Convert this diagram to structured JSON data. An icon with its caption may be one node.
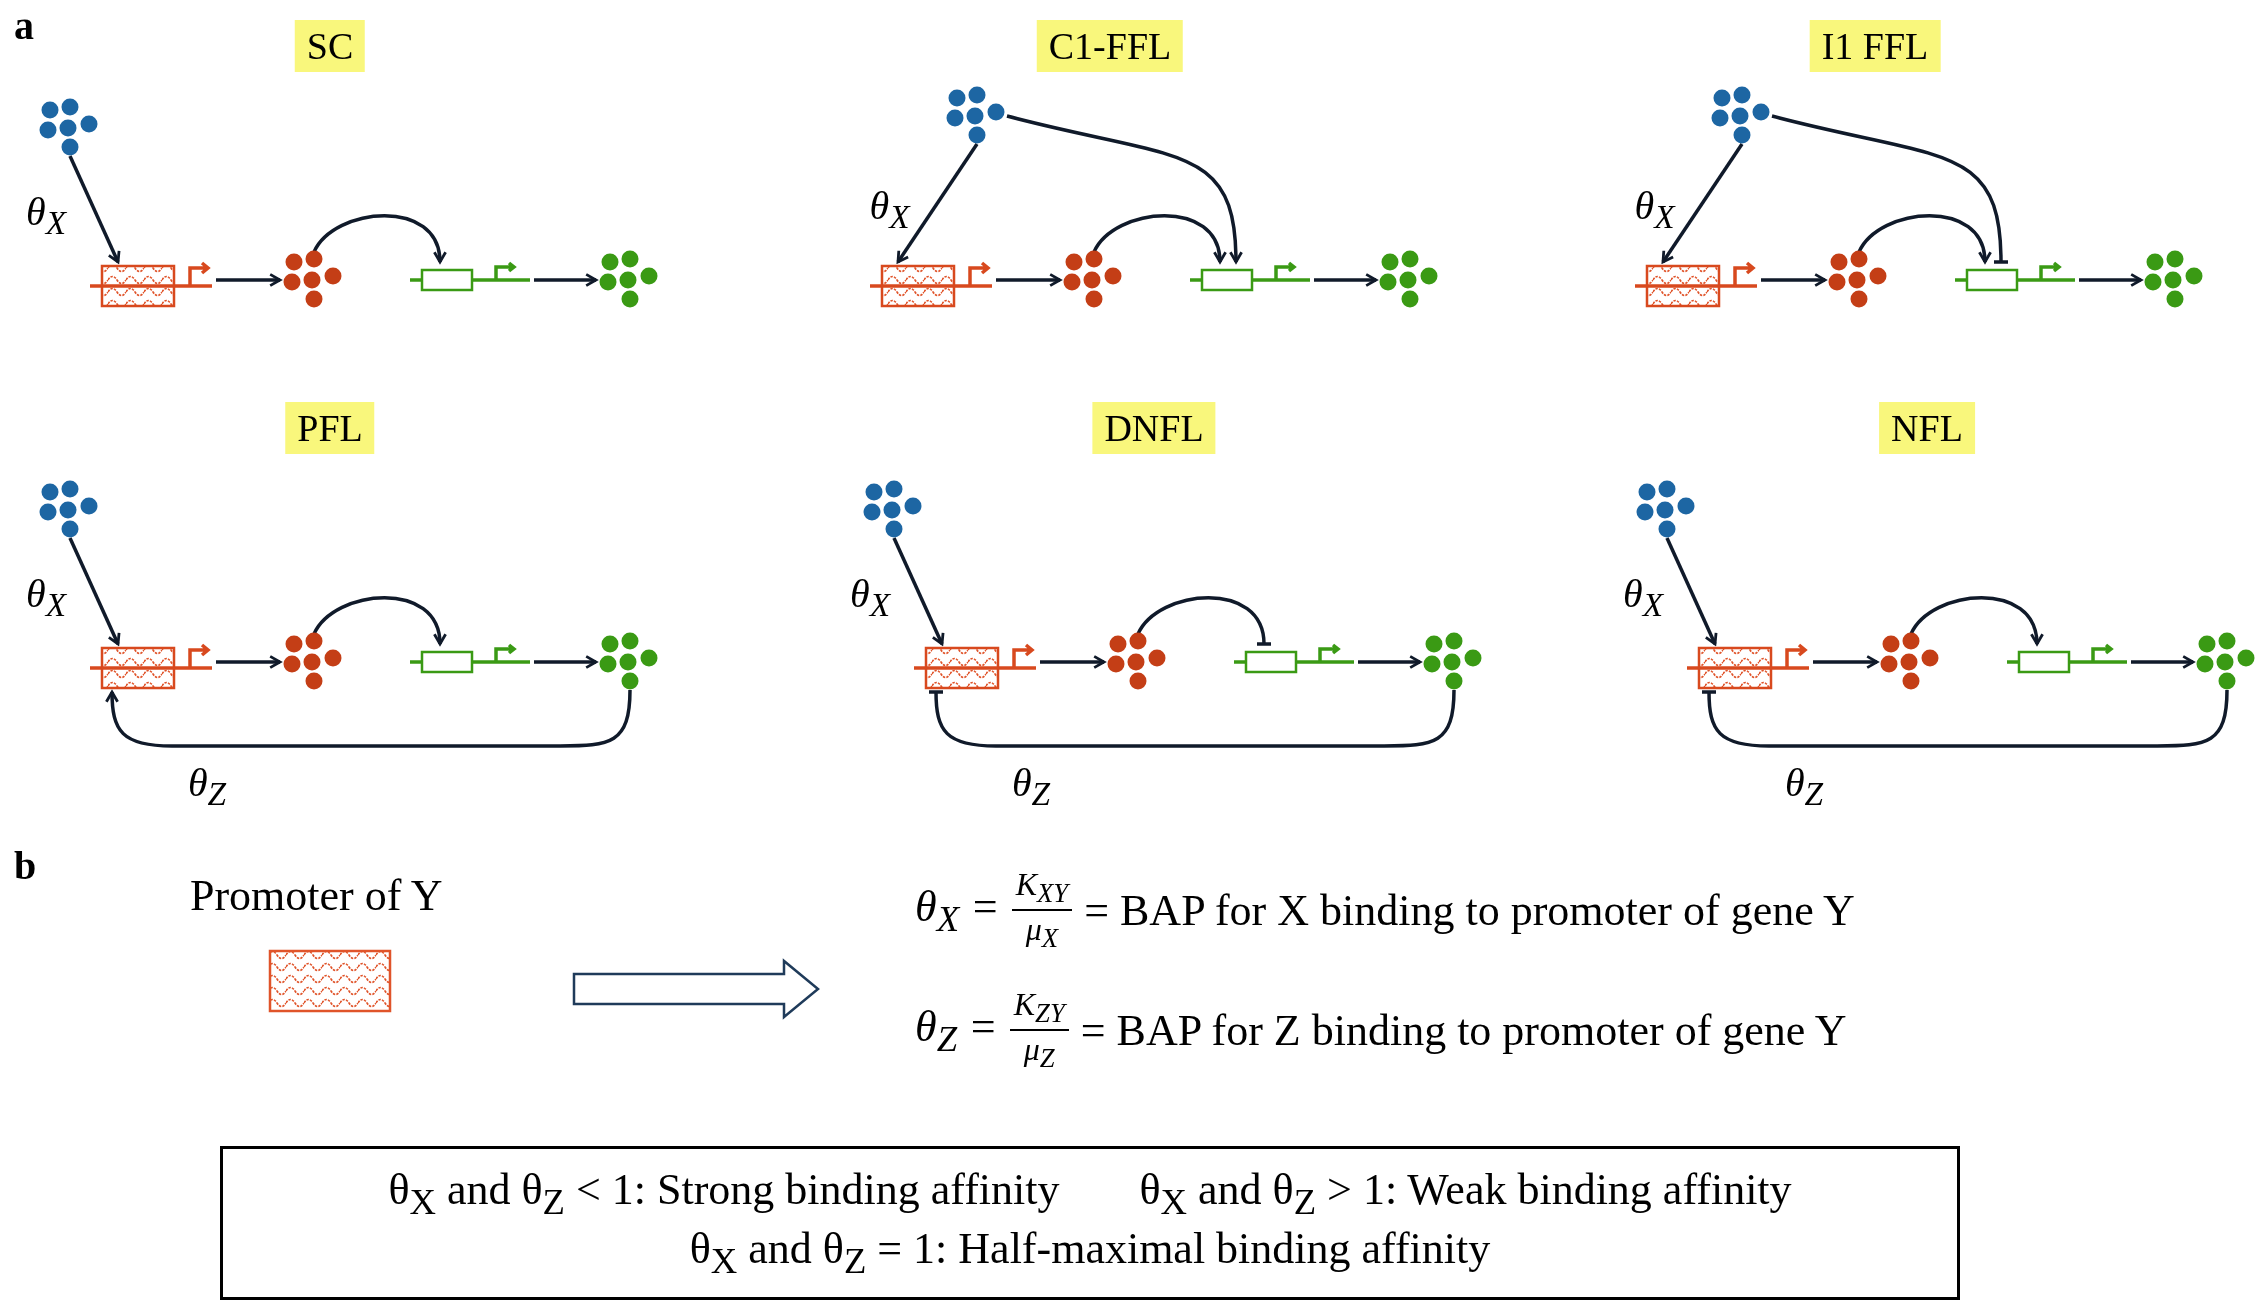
{
  "diagram": {
    "nodes": [
      {
        "text": [
          "SC"
        ]
      },
      {
        "text": [],
        "shape": "circle"
      },
      {
        "text": [],
        "shape": "box"
      },
      {
        "text": [],
        "shape": "circle"
      },
      {
        "text": [],
        "shape": "box"
      },
      {
        "text": [],
        "shape": "circle"
      },
      {
        "text": [
          "C1-FFL"
        ]
      },
      {
        "text": [],
        "shape": "circle"
      },
      {
        "text": [],
        "shape": "box"
      },
      {
        "text": [],
        "shape": "circle"
      },
      {
        "text": [],
        "shape": "box"
      },
      {
        "text": [],
        "shape": "circle"
      },
      {
        "text": [
          "I1 FFL"
        ]
      },
      {
        "text": [],
        "shape": "circle"
      },
      {
        "text": [],
        "shape": "box"
      },
      {
        "text": [],
        "shape": "circle"
      },
      {
        "text": [],
        "shape": "box"
      },
      {
        "text": [],
        "shape": "circle"
      },
      {
        "text": [
          "PFL"
        ]
      },
      {
        "text": [],
        "shape": "circle"
      },
      {
        "text": [],
        "shape": "box"
      },
      {
        "text": [],
        "shape": "circle"
      },
      {
        "text": [],
        "shape": "box"
      },
      {
        "text": [],
        "shape": "circle"
      },
      {
        "text": [
          "DNFL"
        ]
      },
      {
        "text": [],
        "shape": "circle"
      },
      {
        "text": [],
        "shape": "box"
      },
      {
        "text": [],
        "shape": "circle"
      },
      {
        "text": [],
        "shape": "box"
      },
      {
        "text": [],
        "shape": "circle"
      },
      {
        "text": [
          "NFL"
        ]
      },
      {
        "text": [],
        "shape": "circle"
      },
      {
        "text": [],
        "shape": "box"
      },
      {
        "text": [],
        "shape": "circle"
      },
      {
        "text": [],
        "shape": "box"
      },
      {
        "text": [],
        "shape": "circle"
      },
      {
        "text": [
          "Promoter of Y"
        ]
      },
      {
        "text": [
          "θ$_{X}$ =",
          "K$_{XY}$",
          "μ$_{X}$",
          "= BAP for X binding to promoter of gene Y",
          "θ$_{Z}$ =",
          "K$_{ZY}$",
          "μ$_{Z}$",
          "= BAP for Z binding to promoter of gene Y"
        ]
      },
      {
        "text": [
          "θ$_{X}$ and θ$_{Z}$ < 1: Strong binding affinity",
          "θ$_{X}$ and θ$_{Z}$ > 1: Weak binding affinity",
          "θ$_{X}$ and θ$_{Z}$ = 1: Half-maximal binding affinity"
        ]
      }
    ],
    "edges": [
      {
        "from": 1,
        "to": 2,
        "arrow": "to",
        "label": "θ$_{X}$"
      },
      {
        "from": 2,
        "to": 3,
        "arrow": "to"
      },
      {
        "from": 3,
        "to": 4,
        "arrow": "to"
      },
      {
        "from": 4,
        "to": 5,
        "arrow": "to"
      },
      {
        "from": 7,
        "to": 8,
        "arrow": "to",
        "label": "θ$_{X}$"
      },
      {
        "from": 8,
        "to": 9,
        "arrow": "to"
      },
      {
        "from": 9,
        "to": 10,
        "arrow": "to"
      },
      {
        "from": 10,
        "to": 11,
        "arrow": "to"
      },
      {
        "from": 7,
        "to": 10,
        "arrow": "to"
      },
      {
        "from": 13,
        "to": 14,
        "arrow": "to",
        "label": "θ$_{X}$"
      },
      {
        "from": 14,
        "to": 15,
        "arrow": "to"
      },
      {
        "from": 15,
        "to": 16,
        "arrow": "to"
      },
      {
        "from": 16,
        "to": 17,
        "arrow": "to"
      },
      {
        "from": 13,
        "to": 16,
        "arrow": "other"
      },
      {
        "from": 19,
        "to": 20,
        "arrow": "to",
        "label": "θ$_{X}$"
      },
      {
        "from": 20,
        "to": 21,
        "arrow": "to"
      },
      {
        "from": 21,
        "to": 22,
        "arrow": "to"
      },
      {
        "from": 22,
        "to": 23,
        "arrow": "to"
      },
      {
        "from": 23,
        "to": 20,
        "arrow": "to",
        "label": "θ$_{Z}$"
      },
      {
        "from": 25,
        "to": 26,
        "arrow": "to",
        "label": "θ$_{X}$"
      },
      {
        "from": 26,
        "to": 27,
        "arrow": "to"
      },
      {
        "from": 27,
        "to": 28,
        "arrow": "other"
      },
      {
        "from": 28,
        "to": 29,
        "arrow": "to"
      },
      {
        "from": 29,
        "to": 26,
        "arrow": "other",
        "label": "θ$_{Z}$"
      },
      {
        "from": 31,
        "to": 32,
        "arrow": "to",
        "label": "θ$_{X}$"
      },
      {
        "from": 32,
        "to": 33,
        "arrow": "to"
      },
      {
        "from": 33,
        "to": 34,
        "arrow": "to"
      },
      {
        "from": 34,
        "to": 35,
        "arrow": "to"
      },
      {
        "from": 35,
        "to": 32,
        "arrow": "other",
        "label": "θ$_{Z}$"
      },
      {
        "from": 36,
        "to": 37,
        "arrow": "to",
        "style": "thick"
      }
    ],
    "labels": [
      "a",
      "b"
    ]
  }
}
